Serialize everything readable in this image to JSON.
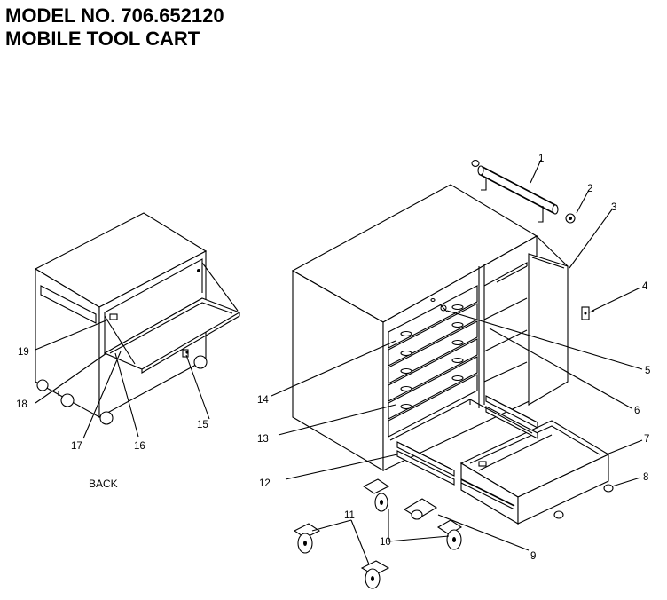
{
  "title": {
    "model": "MODEL NO. 706.652120",
    "product": "MOBILE TOOL CART"
  },
  "back_label": "BACK",
  "callouts": [
    "1",
    "2",
    "3",
    "4",
    "5",
    "6",
    "7",
    "8",
    "9",
    "10",
    "11",
    "12",
    "13",
    "14",
    "15",
    "16",
    "17",
    "18",
    "19"
  ]
}
